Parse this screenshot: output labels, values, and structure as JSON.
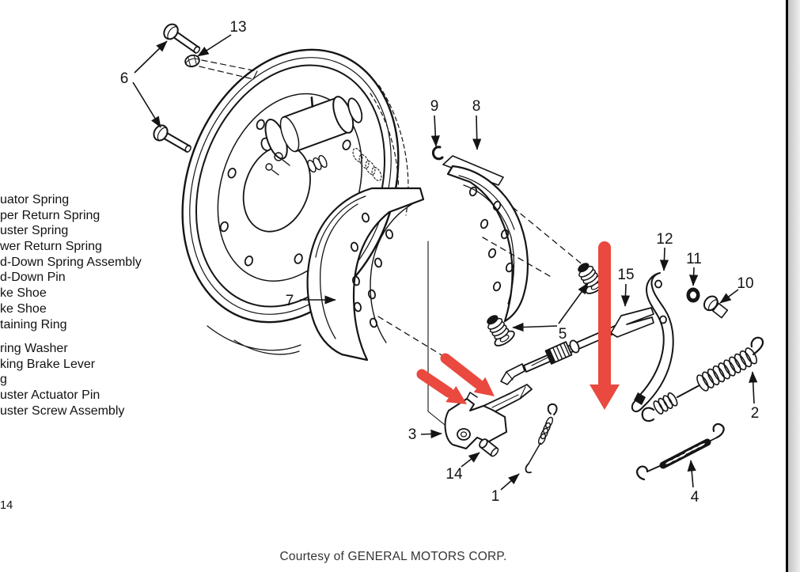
{
  "page": {
    "caption": "Courtesy of GENERAL MOTORS CORP.",
    "page_number_fragment": "14",
    "background": "#ffffff",
    "edge_line_color": "#000000"
  },
  "parts_list": {
    "group1": [
      "uator Spring",
      "per Return Spring",
      "uster Spring",
      "wer Return Spring",
      "d-Down Spring Assembly",
      "d-Down Pin",
      "ke Shoe",
      "ke Shoe",
      "taining Ring"
    ],
    "group2": [
      "ring Washer",
      "king Brake Lever",
      "g",
      "uster Actuator Pin",
      "uster Screw Assembly"
    ]
  },
  "diagram": {
    "subject": "Exploded view of drum brake assembly",
    "ink_color": "#151515",
    "annotation_red": "#e9493e",
    "callouts": {
      "c1": "1",
      "c2": "2",
      "c3": "3",
      "c4": "4",
      "c5": "5",
      "c6": "6",
      "c7": "7",
      "c8": "8",
      "c9": "9",
      "c10": "10",
      "c11": "11",
      "c12": "12",
      "c13": "13",
      "c14": "14",
      "c15": "15"
    }
  }
}
